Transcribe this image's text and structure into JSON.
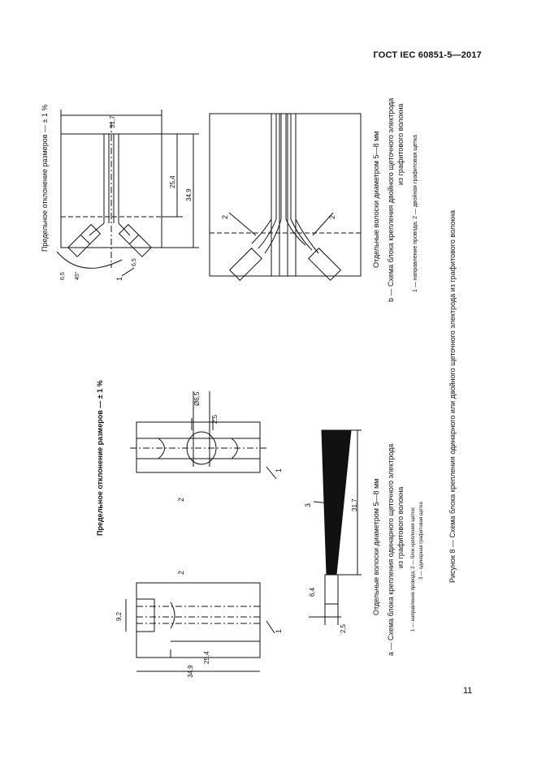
{
  "header": {
    "standard": "ГОСТ IEC 60851-5—2017"
  },
  "page_number": "11",
  "figure_caption": "Рисунок 8 — Схема блока крепления одинарного или двойного щеточного электрода из графитового волокна",
  "tolerance_note": "Предельное отклонение размеров — ± 1 %",
  "panel_a": {
    "fiber_note": "Отдельные волоски диаметром 5—8 мм",
    "caption_line1": "a — Схема блока крепления одинарного щеточного электрода",
    "caption_line2": "из графитового волокна",
    "legend_line1": "1 — направление провода; 2 — блок крепления щетки;",
    "legend_line2": "3 — одинарная графитовая щетка",
    "dims": {
      "d1": "34,9",
      "d2": "25,4",
      "d3": "9,2",
      "d4": "6,4",
      "d5": "2,5",
      "d6": "31,7",
      "d7": "Ø6,5",
      "d8": "2,5"
    },
    "labels": {
      "l1": "1",
      "l2": "2",
      "l3": "3"
    }
  },
  "panel_b": {
    "fiber_note": "Отдельные волоски диаметром 5—8 мм",
    "caption_line1": "b — Схема блока крепления двойного щеточного электрода",
    "caption_line2": "из графитового волокна",
    "legend": "1 — направление провода; 2 — двойная графитовая щетка",
    "dims": {
      "d1": "31,7",
      "d2": "25,4",
      "d3": "34,9",
      "a1": "45°",
      "a2": "6,5",
      "a3": "6,5"
    },
    "labels": {
      "l1": "1",
      "l2": "2"
    }
  }
}
